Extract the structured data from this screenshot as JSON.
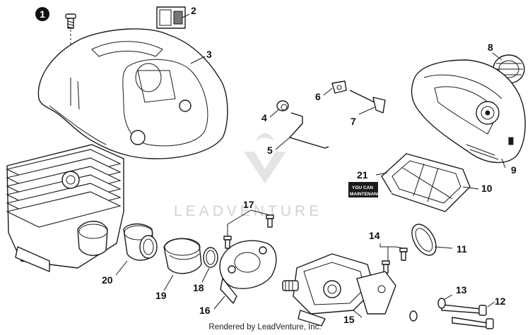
{
  "watermark": {
    "brand": "LEADVENTURE"
  },
  "kit_badge": {
    "line1": "YOU CAN",
    "line2": "MAINTENANCE KIT"
  },
  "footer": {
    "credit": "Rendered by LeadVenture, Inc."
  },
  "callouts": [
    {
      "label": "1",
      "style": "filled-circle"
    },
    {
      "label": "2"
    },
    {
      "label": "3"
    },
    {
      "label": "4"
    },
    {
      "label": "5"
    },
    {
      "label": "6"
    },
    {
      "label": "7"
    },
    {
      "label": "8"
    },
    {
      "label": "9"
    },
    {
      "label": "10"
    },
    {
      "label": "11"
    },
    {
      "label": "12"
    },
    {
      "label": "13"
    },
    {
      "label": "14"
    },
    {
      "label": "15"
    },
    {
      "label": "16"
    },
    {
      "label": "17"
    },
    {
      "label": "18"
    },
    {
      "label": "19"
    },
    {
      "label": "20"
    },
    {
      "label": "21"
    }
  ],
  "colors": {
    "ink": "#1a1a1a",
    "watermark": "#d2d2d2",
    "background": "#ffffff"
  }
}
